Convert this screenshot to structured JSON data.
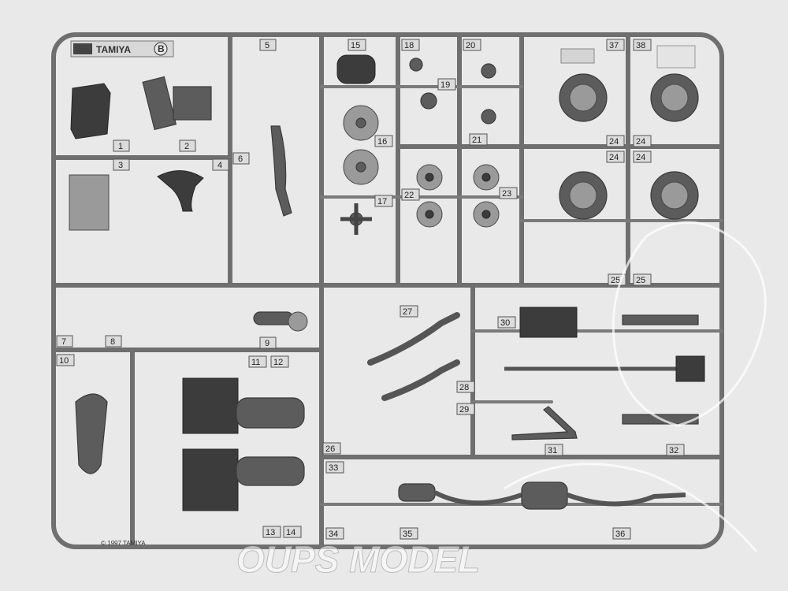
{
  "sprue": {
    "brand": "TAMIYA",
    "sprue_letter": "B",
    "copyright": "© 1997 TAMIYA"
  },
  "part_numbers": [
    "1",
    "2",
    "3",
    "4",
    "5",
    "6",
    "7",
    "8",
    "9",
    "10",
    "11",
    "12",
    "13",
    "14",
    "15",
    "16",
    "17",
    "18",
    "19",
    "20",
    "21",
    "22",
    "23",
    "24",
    "24",
    "24",
    "24",
    "25",
    "25",
    "26",
    "27",
    "28",
    "29",
    "30",
    "31",
    "32",
    "33",
    "34",
    "35",
    "36",
    "37",
    "38"
  ],
  "watermark": {
    "text": "OUPS MODEL"
  },
  "colors": {
    "background": "#e9e9e9",
    "plastic": "#6f6f6f"
  }
}
